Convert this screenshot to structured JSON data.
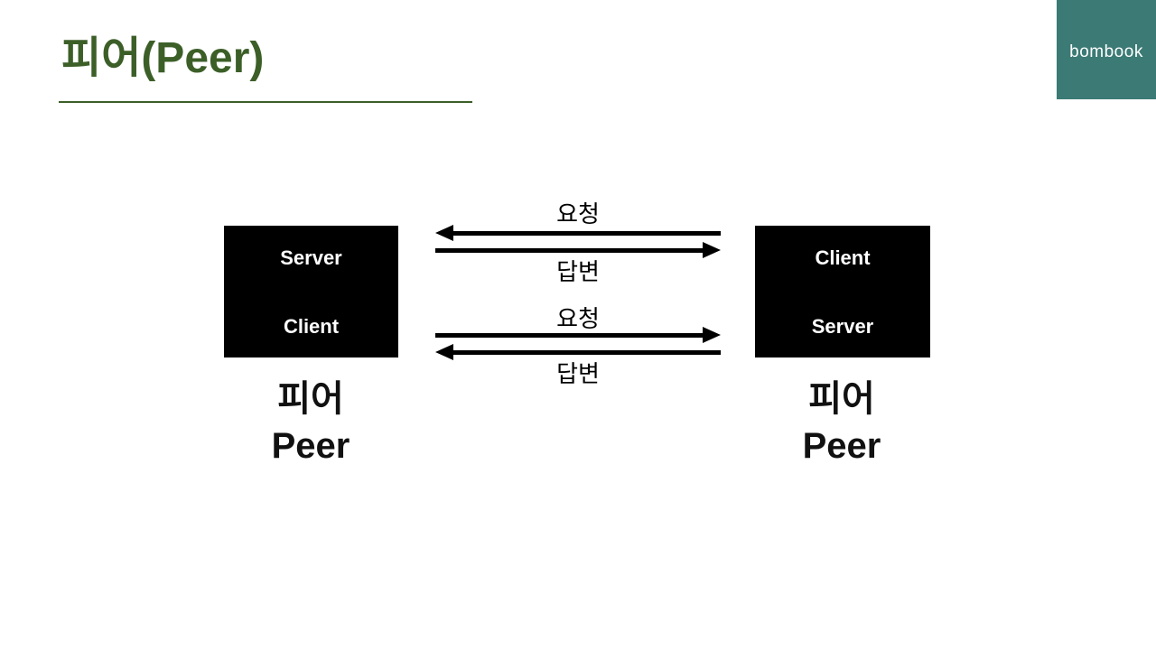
{
  "title": "피어(Peer)",
  "logo": {
    "text": "bombook"
  },
  "diagram": {
    "left_node": {
      "top_role": "Server",
      "bottom_role": "Client",
      "caption_ko": "피어",
      "caption_en": "Peer"
    },
    "right_node": {
      "top_role": "Client",
      "bottom_role": "Server",
      "caption_ko": "피어",
      "caption_en": "Peer"
    },
    "top_exchange": {
      "request_label": "요청",
      "response_label": "답변",
      "request_direction": "left",
      "response_direction": "right"
    },
    "bottom_exchange": {
      "request_label": "요청",
      "response_label": "답변",
      "request_direction": "right",
      "response_direction": "left"
    }
  },
  "colors": {
    "title-green": "#3C5F28",
    "logo-teal": "#3B7A75",
    "node-bg": "#000000",
    "node-text": "#ffffff",
    "arrow-black": "#000000"
  }
}
